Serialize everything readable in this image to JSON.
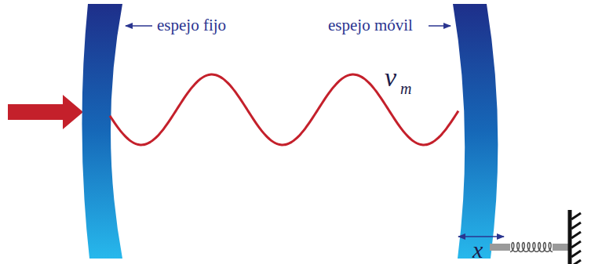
{
  "diagram": {
    "labels": [
      "espejo fijo",
      "espejo móvil",
      "ν",
      "m",
      "x"
    ]
  }
}
